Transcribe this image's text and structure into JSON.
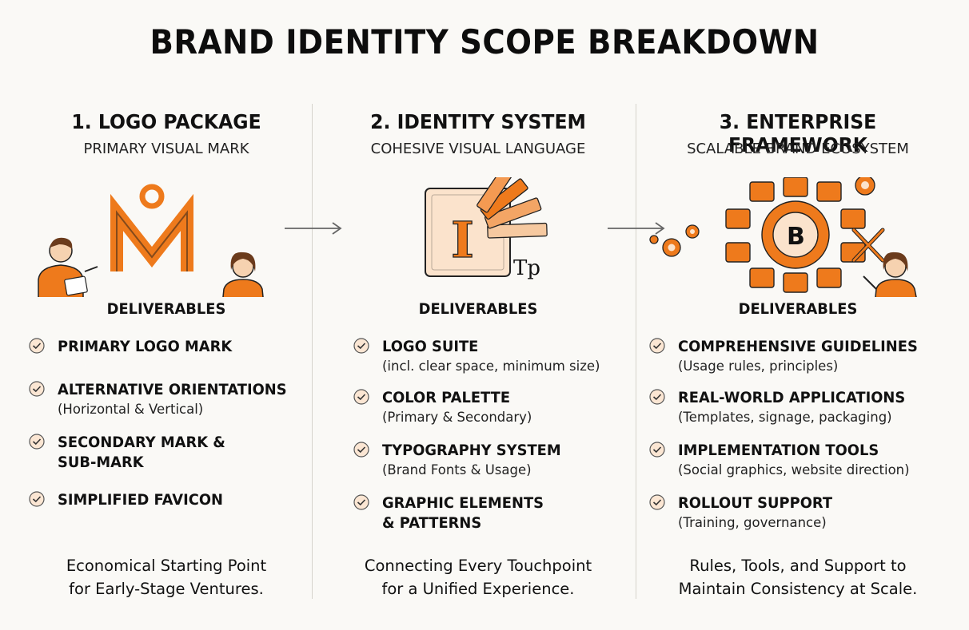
{
  "title": "BRAND IDENTITY SCOPE BREAKDOWN",
  "accent_color": "#ee7a1c",
  "columns": [
    {
      "title": "1. LOGO PACKAGE",
      "subtitle": "PRIMARY VISUAL MARK",
      "deliverables_label": "DELIVERABLES",
      "illustration": "m-logo-icon",
      "logo_letter": "M",
      "items": [
        {
          "label": "PRIMARY LOGO MARK",
          "detail": ""
        },
        {
          "label": "ALTERNATIVE ORIENTATIONS",
          "detail": "(Horizontal & Vertical)"
        },
        {
          "label": "SECONDARY MARK &\nSUB-MARK",
          "detail": ""
        },
        {
          "label": "SIMPLIFIED FAVICON",
          "detail": ""
        }
      ],
      "footer": "Economical Starting Point\nfor Early-Stage Ventures."
    },
    {
      "title": "2. IDENTITY SYSTEM",
      "subtitle": "COHESIVE VISUAL LANGUAGE",
      "deliverables_label": "DELIVERABLES",
      "illustration": "style-guide-swatch-icon",
      "guide_letter": "I",
      "type_sample": "Tp",
      "items": [
        {
          "label": "LOGO SUITE",
          "detail": "(incl. clear space, minimum size)"
        },
        {
          "label": "COLOR PALETTE",
          "detail": "(Primary & Secondary)"
        },
        {
          "label": "TYPOGRAPHY SYSTEM",
          "detail": "(Brand Fonts & Usage)"
        },
        {
          "label": "GRAPHIC ELEMENTS\n& PATTERNS",
          "detail": ""
        }
      ],
      "footer": "Connecting Every Touchpoint\nfor a Unified Experience."
    },
    {
      "title": "3. ENTERPRISE FRAMEWORK",
      "subtitle": "SCALABLE BRAND ECOSYSTEM",
      "deliverables_label": "DELIVERABLES",
      "illustration": "brand-ecosystem-gear-icon",
      "hub_letter": "B",
      "items": [
        {
          "label": "COMPREHENSIVE GUIDELINES",
          "detail": "(Usage rules, principles)"
        },
        {
          "label": "REAL-WORLD APPLICATIONS",
          "detail": "(Templates, signage, packaging)"
        },
        {
          "label": "IMPLEMENTATION TOOLS",
          "detail": "(Social graphics, website direction)"
        },
        {
          "label": "ROLLOUT SUPPORT",
          "detail": "(Training, governance)"
        }
      ],
      "footer": "Rules, Tools, and Support to\nMaintain Consistency at Scale."
    }
  ]
}
